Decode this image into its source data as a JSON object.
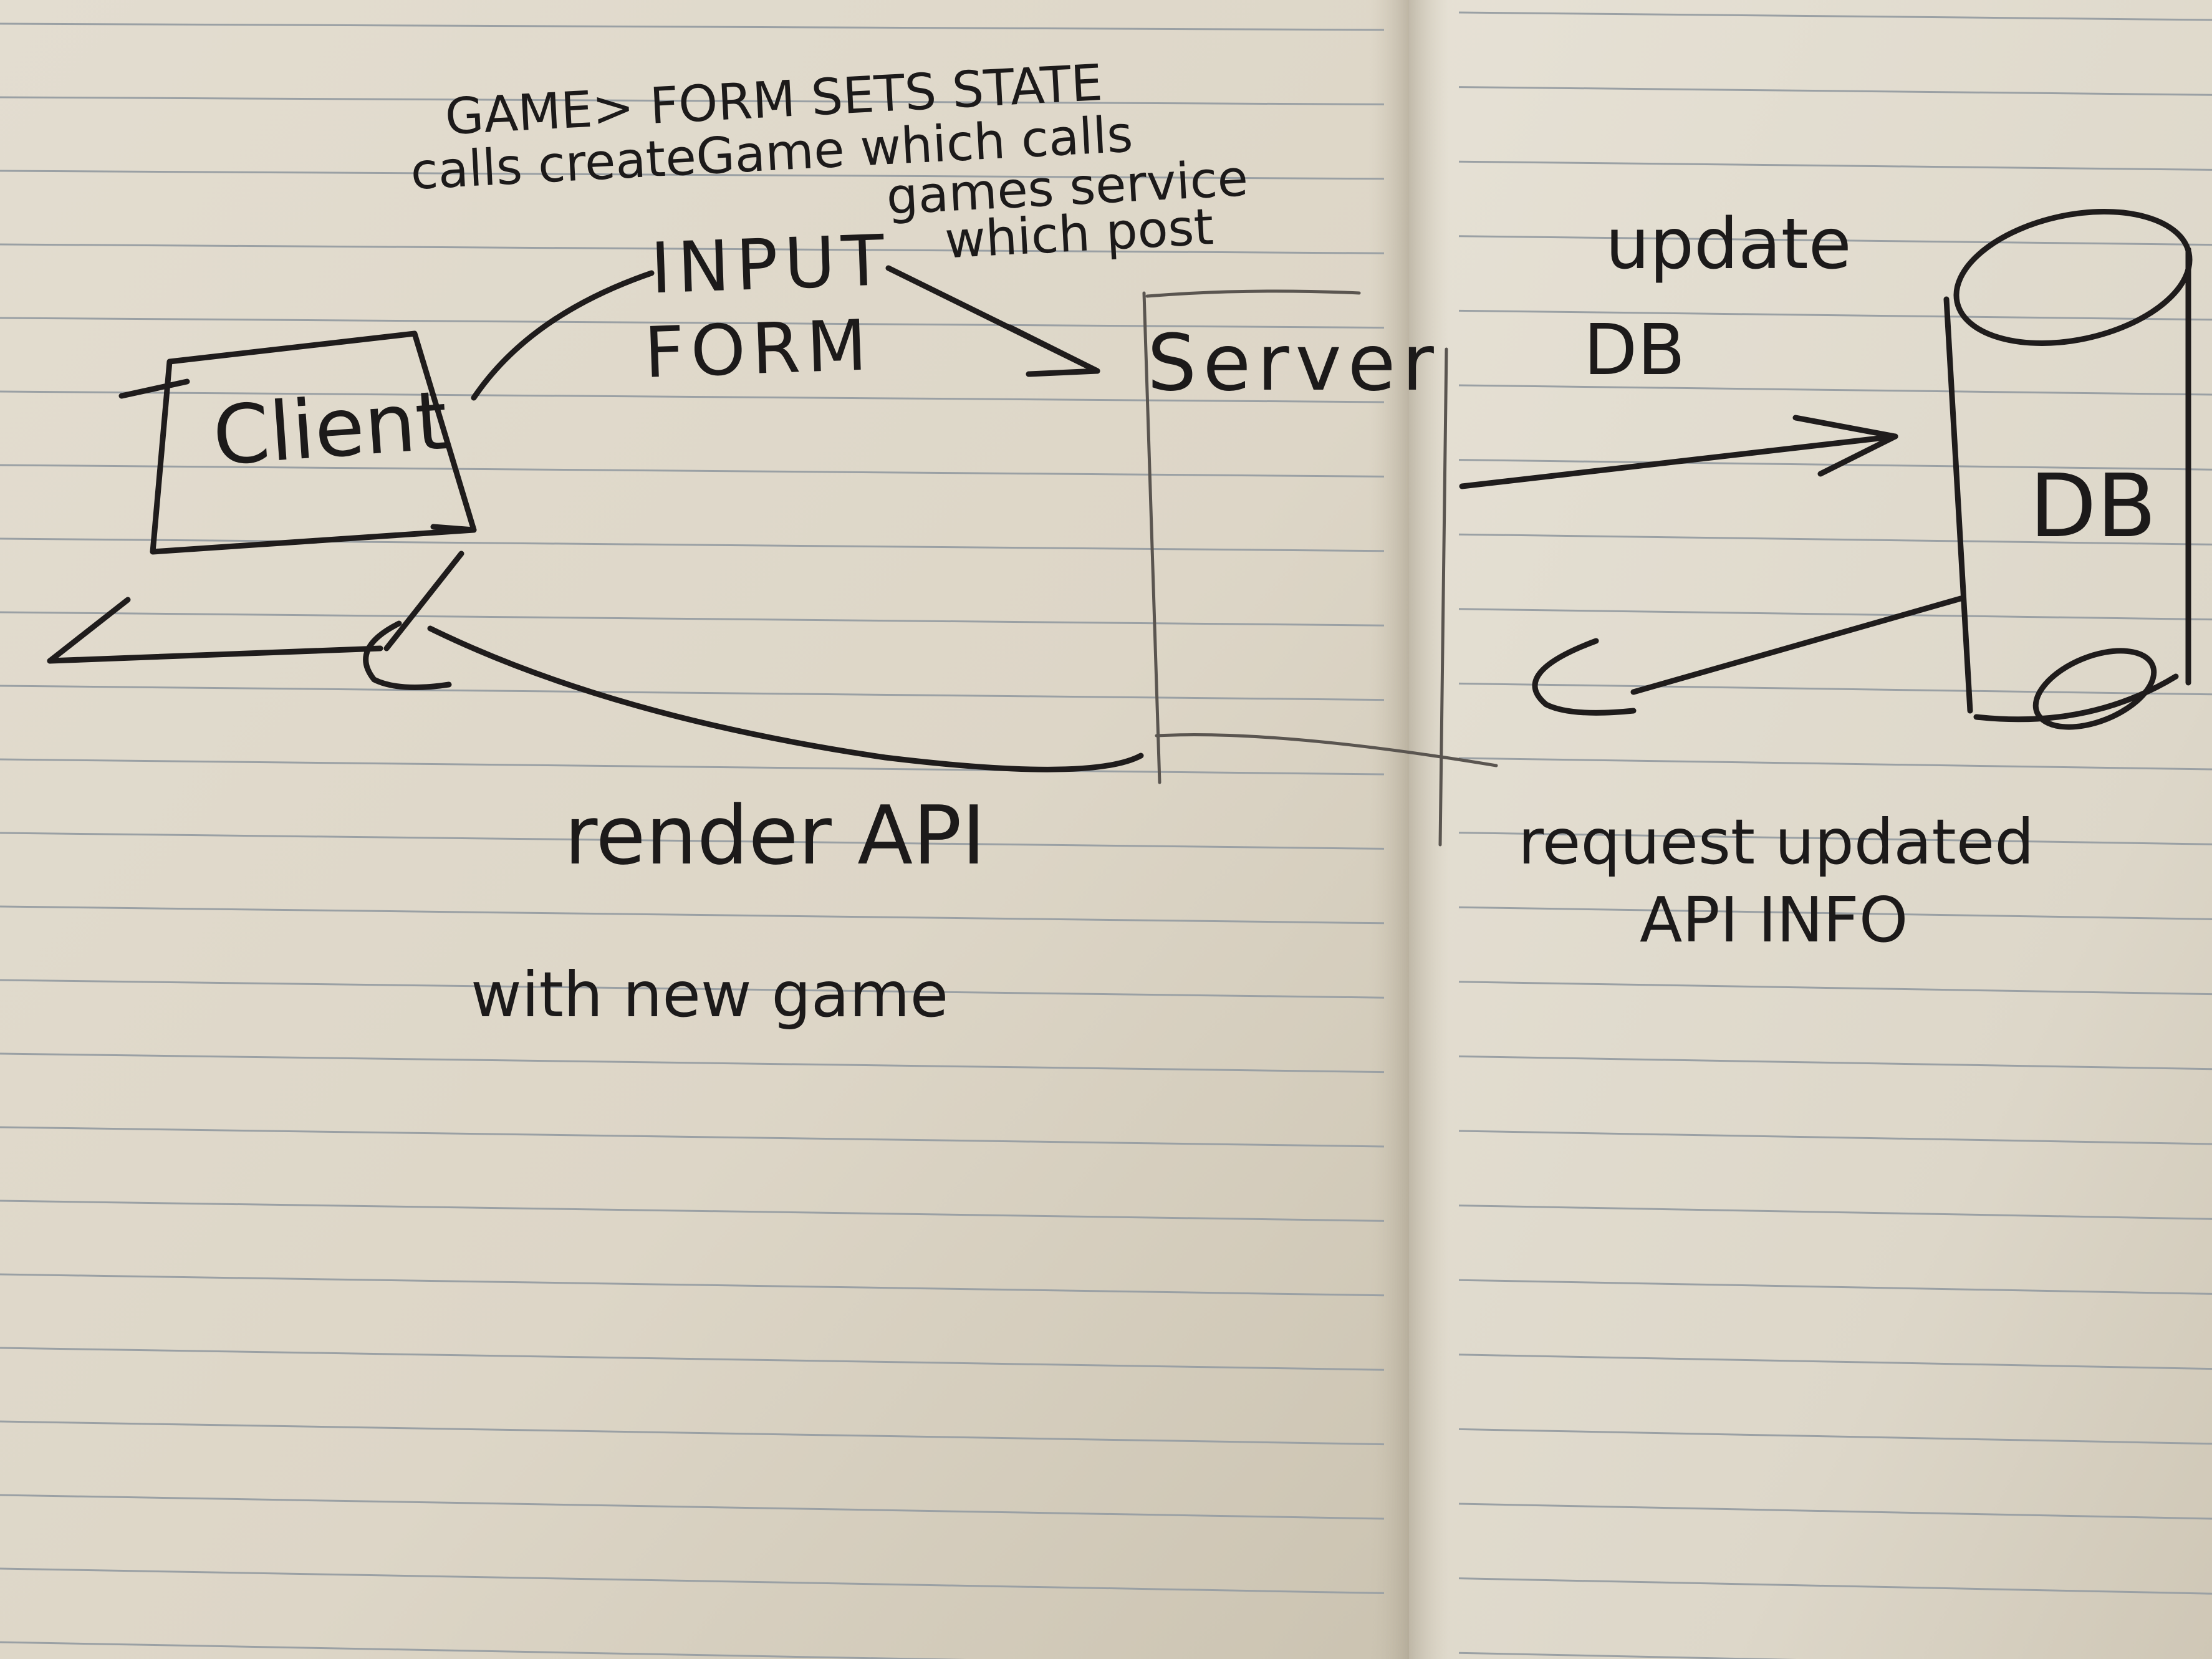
{
  "diagram": {
    "labels": {
      "client": "Client",
      "server": "Server",
      "db": "DB",
      "input_form": "INPUT\nFORM",
      "game_form_note": "GAME> FORM SETS STATE\ncalls createGame which calls\ngames service\nwhich post",
      "update_db": "update\nDB",
      "render_api": "render API",
      "with_new_game": "with new game",
      "request_updated": "request updated\nAPI INFO"
    }
  }
}
